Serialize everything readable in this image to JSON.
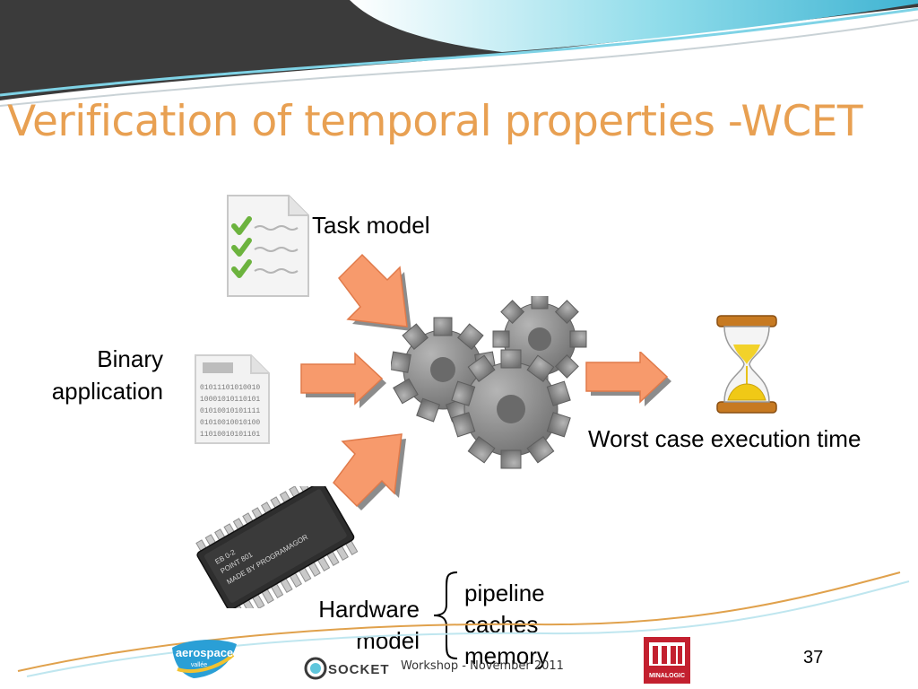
{
  "slide": {
    "title": "Verification of temporal properties -WCET",
    "page_number": "37",
    "footer": "Workshop - November 2011"
  },
  "diagram": {
    "task_model_label": "Task model",
    "binary_label_line1": "Binary",
    "binary_label_line2": "application",
    "output_label": "Worst case execution time",
    "hardware_label_line1": "Hardware",
    "hardware_label_line2": "model",
    "hardware_items": [
      "pipeline",
      "caches",
      "memory"
    ],
    "binary_lines": [
      "01011101010010",
      "10001010110101",
      "01010010101111",
      "01010010010100",
      "11010010101101"
    ],
    "chip_text": [
      "EB 0-2",
      "POINT 801",
      "MADE BY PROGRAMAGOR"
    ]
  },
  "logos": {
    "aerospace_line1": "aerospace",
    "aerospace_line2": "vallée",
    "socket": "SOCKET",
    "minalogic": "MINALOGIC"
  },
  "colors": {
    "title": "#e8a052",
    "arrow_fill": "#f79a6c",
    "arrow_shadow": "#8c8c8c",
    "header_dark": "#3c3c3c",
    "header_teal": "#5fc6dc",
    "gear": "#8a8a8a",
    "footer_curve": "#e0a14c"
  }
}
